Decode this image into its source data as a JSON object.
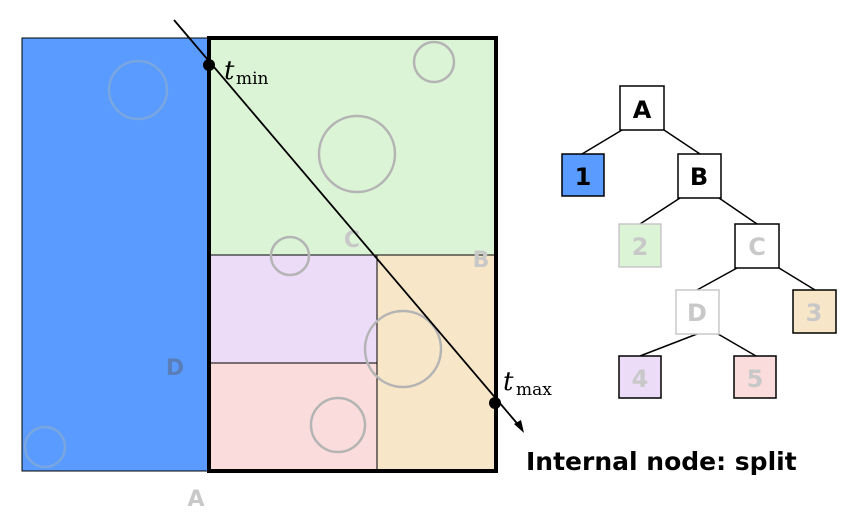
{
  "colors": {
    "blue": "#5a9bff",
    "green": "#dcf4d6",
    "purple": "#ecdcf8",
    "pink": "#fadcdc",
    "orange": "#f8e6c8",
    "gray_label": "#b8b8b8",
    "dark_label": "#5a7fb8",
    "circle_stroke": "#b4b4b4",
    "line": "#000000"
  },
  "scene": {
    "region_labels": {
      "a": "A",
      "b": "B",
      "c": "C",
      "d": "D"
    },
    "ray": {
      "t_min_main": "t",
      "t_min_sub": "min",
      "t_max_main": "t",
      "t_max_sub": "max"
    }
  },
  "tree": {
    "nodes": {
      "a": "A",
      "b": "B",
      "c": "C",
      "d": "D",
      "n1": "1",
      "n2": "2",
      "n3": "3",
      "n4": "4",
      "n5": "5"
    }
  },
  "caption": "Internal node: split"
}
